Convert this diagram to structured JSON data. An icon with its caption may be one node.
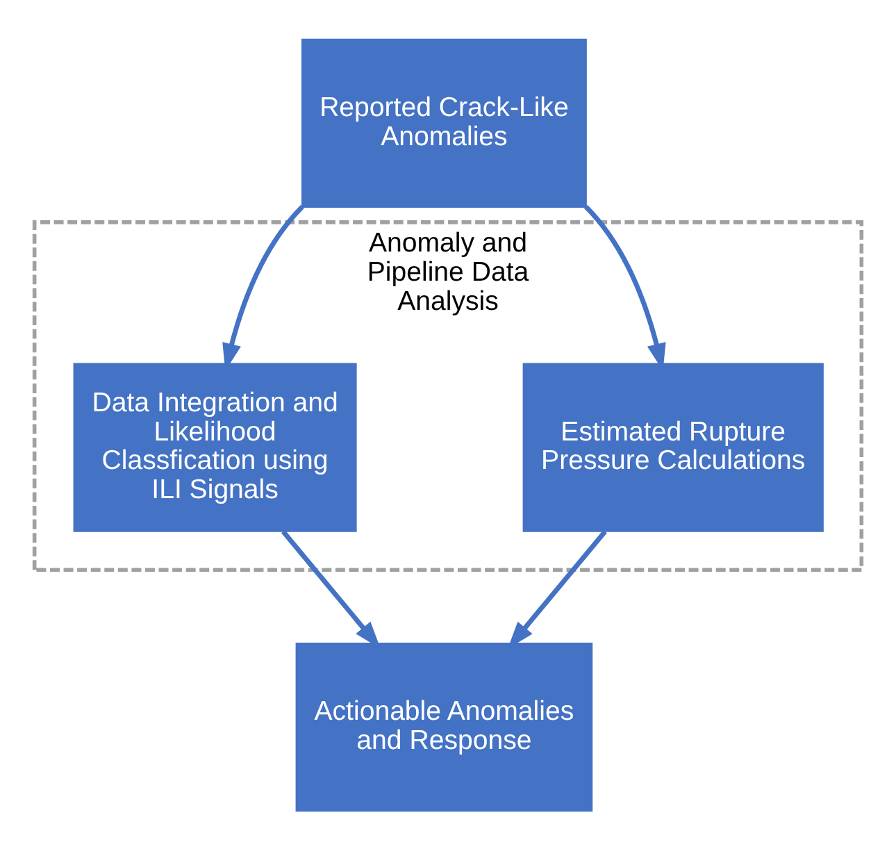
{
  "diagram": {
    "nodes": [
      {
        "text": [
          "Reported Crack-Like Anomalies"
        ]
      },
      {
        "text": [
          "Anomaly and Pipeline Data Analysis"
        ]
      },
      {
        "text": [
          "Data Integration and Likelihood Classfication using ILI Signals"
        ],
        "in": 1
      },
      {
        "text": [
          "Estimated Rupture Pressure Calculations"
        ],
        "in": 1
      },
      {
        "text": [
          "Actionable Anomalies and Response"
        ]
      }
    ],
    "edges": [
      {
        "from": 0,
        "to": 2,
        "arrow": "to"
      },
      {
        "from": 0,
        "to": 3,
        "arrow": "to"
      },
      {
        "from": 2,
        "to": 4,
        "arrow": "to"
      },
      {
        "from": 3,
        "to": 4,
        "arrow": "to"
      }
    ]
  }
}
